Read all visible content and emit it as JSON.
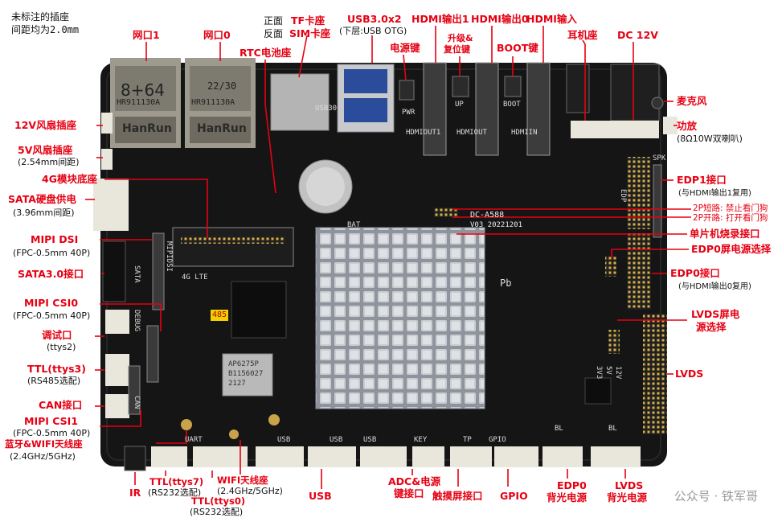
{
  "note": {
    "line1": "未标注的插座",
    "line2": "间距均为2.0mm"
  },
  "labels": {
    "net1": "网口1",
    "net0": "网口0",
    "front": "正面",
    "back": "反面",
    "tf": "TF卡座",
    "sim": "SIM卡座",
    "usb3": "USB3.0x2",
    "usb3_sub": "(下层:USB OTG)",
    "hdmi_out1": "HDMI输出1",
    "hdmi_out0": "HDMI输出0",
    "hdmi_in": "HDMI输入",
    "rtc": "RTC电池座",
    "pwr_key": "电源键",
    "upgrade1": "升级&",
    "upgrade2": "复位键",
    "boot_key": "BOOT键",
    "earphone": "耳机座",
    "dc": "DC 12V",
    "fan12": "12V风扇插座",
    "fan5": "5V风扇插座",
    "fan5_sub": "(2.54mm间距)",
    "mod4g": "4G模块底座",
    "sata_pwr": "SATA硬盘供电",
    "sata_pwr_sub": "(3.96mm间距)",
    "mipi_dsi": "MIPI DSI",
    "mipi_dsi_sub": "(FPC-0.5mm 40P)",
    "sata3": "SATA3.0接口",
    "csi0": "MIPI CSI0",
    "csi0_sub": "(FPC-0.5mm 40P)",
    "debug": "调试口",
    "debug_sub": "(ttys2)",
    "ttl3": "TTL(ttys3)",
    "ttl3_sub": "(RS485选配)",
    "can": "CAN接口",
    "csi1": "MIPI CSI1",
    "csi1_sub": "(FPC-0.5mm 40P)",
    "bt": "蓝牙&WIFI天线座",
    "bt_sub": "(2.4GHz/5GHz)",
    "ir": "IR",
    "ttl7": "TTL(ttys7)",
    "ttl7_sub": "(RS232选配)",
    "ttl0": "TTL(ttys0)",
    "ttl0_sub": "(RS232选配)",
    "wifi": "WIFI天线座",
    "wifi_sub": "(2.4GHz/5GHz)",
    "usb": "USB",
    "adc1": "ADC&电源",
    "adc2": "键接口",
    "touch": "触摸屏接口",
    "gpio": "GPIO",
    "edp0_bl1": "EDP0",
    "edp0_bl2": "背光电源",
    "lvds_bl1": "LVDS",
    "lvds_bl2": "背光电源",
    "mic": "麦克风",
    "amp": "功放",
    "amp_sub": "(8Ω10W双喇叭)",
    "edp1": "EDP1接口",
    "edp1_sub": "(与HDMI输出1复用)",
    "wdt_short": "2P短路: 禁止看门狗",
    "wdt_open": "2P开路: 打开看门狗",
    "mcu": "单片机烧录接口",
    "edp0_pwr": "EDP0屏电源选择",
    "edp0": "EDP0接口",
    "edp0_sub": "(与HDMI输出0复用)",
    "lvds_pwr1": "LVDS屏电",
    "lvds_pwr2": "源选择",
    "lvds": "LVDS"
  },
  "board": {
    "model": "DC-A588",
    "version": "V03 20221201",
    "eth_left": "8+64",
    "eth_right": "22/30",
    "jack_brand": "HanRun",
    "jack_left_code": "HR911130A",
    "jack_right_code": "HR911130A",
    "wifi_chip1": "AP6275P",
    "wifi_chip2": "B1156027",
    "wifi_chip3": "2127",
    "rs485_tag": "485",
    "lte_tag": "4G LTE",
    "silk_usb30": "USB30",
    "silk_pwr": "PWR",
    "silk_up": "UP",
    "silk_boot": "BOOT",
    "silk_hdmiout1": "HDMIOUT1",
    "silk_hdmiout": "HDMIOUT",
    "silk_hdmiin": "HDMIIN",
    "silk_bat": "BAT",
    "silk_usb": "USB",
    "silk_key": "KEY",
    "silk_tp": "TP",
    "silk_gpio": "GPIO",
    "silk_bl": "BL",
    "silk_edp": "EDP",
    "silk_spk": "SPK",
    "silk_mipidsi": "MIPIDSI",
    "silk_sata": "SATA",
    "silk_debug": "DEBUG",
    "silk_can": "CAN",
    "silk_uart": "UART",
    "silk_3v3": "3V3",
    "silk_5v": "5V",
    "silk_12v": "12V",
    "silk_pb": "Pb"
  },
  "watermark": "公众号 · 铁军哥",
  "colors": {
    "label_red": "#e60012",
    "pcb": "#151515",
    "heatsink": "#b8bcc4",
    "connector_white": "#e9e6dc"
  }
}
